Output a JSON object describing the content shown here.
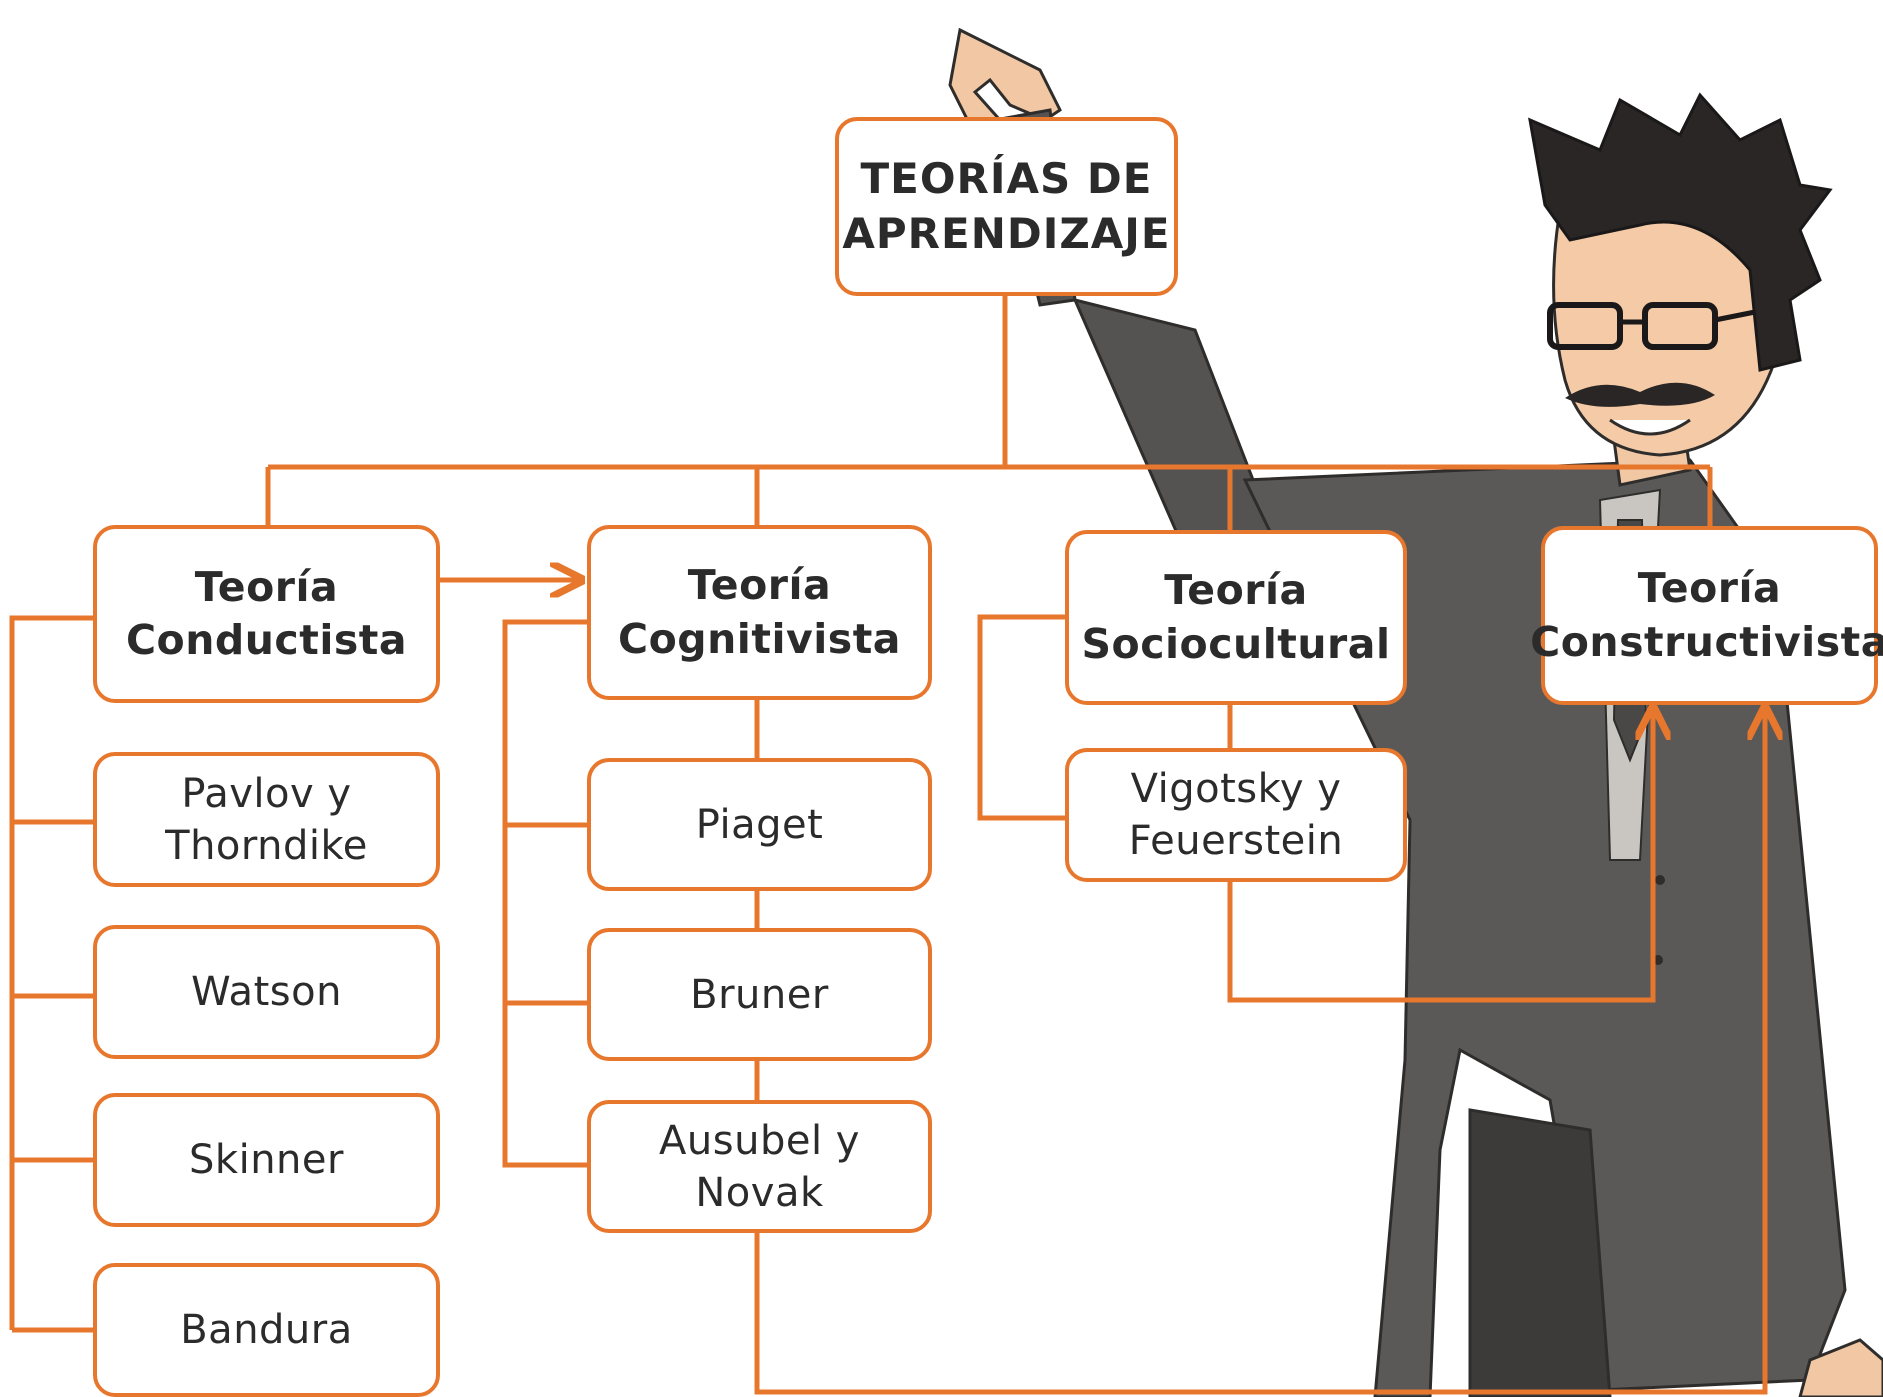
{
  "colors": {
    "accent": "#e8772e",
    "text": "#2b2b2b",
    "background": "#ffffff"
  },
  "illustration": {
    "icon": "teacher-pointing-figure"
  },
  "root": {
    "line1": "TEORÍAS DE",
    "line2": "APRENDIZAJE"
  },
  "theories": [
    {
      "line1": "Teoría",
      "line2": "Conductista",
      "authors": [
        {
          "line1": "Pavlov y",
          "line2": "Thorndike"
        },
        {
          "line1": "Watson"
        },
        {
          "line1": "Skinner"
        },
        {
          "line1": "Bandura"
        }
      ]
    },
    {
      "line1": "Teoría",
      "line2": "Cognitivista",
      "authors": [
        {
          "line1": "Piaget"
        },
        {
          "line1": "Bruner"
        },
        {
          "line1": "Ausubel y Novak"
        }
      ]
    },
    {
      "line1": "Teoría",
      "line2": "Sociocultural",
      "authors": [
        {
          "line1": "Vigotsky y",
          "line2": "Feuerstein"
        }
      ]
    },
    {
      "line1": "Teoría",
      "line2": "Constructivista",
      "authors": []
    }
  ]
}
